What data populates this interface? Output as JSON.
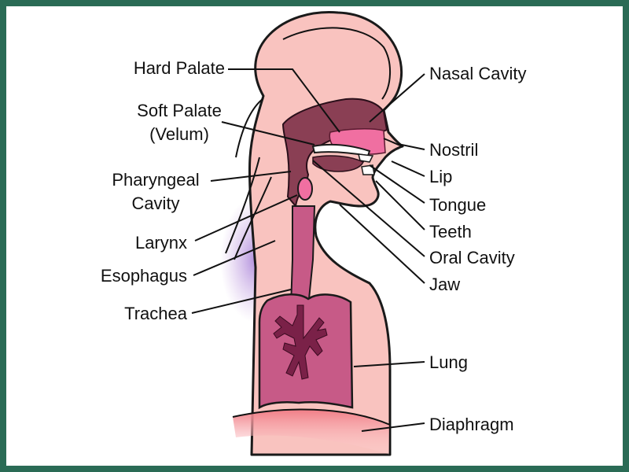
{
  "labels": {
    "hard_palate": "Hard Palate",
    "soft_palate_1": "Soft Palate",
    "soft_palate_2": "(Velum)",
    "pharyngeal_1": "Pharyngeal",
    "pharyngeal_2": "Cavity",
    "larynx": "Larynx",
    "esophagus": "Esophagus",
    "trachea": "Trachea",
    "nasal_cavity": "Nasal Cavity",
    "nostril": "Nostril",
    "lip": "Lip",
    "tongue": "Tongue",
    "teeth": "Teeth",
    "oral_cavity": "Oral Cavity",
    "jaw": "Jaw",
    "lung": "Lung",
    "diaphragm": "Diaphragm"
  },
  "colors": {
    "frame": "#2a6b55",
    "skin": "#f9c3bf",
    "cavity": "#8a3f54",
    "lung": "#c75a87",
    "lung_dark": "#7a2148",
    "nasal_pink": "#f06fa1",
    "shadow": "#b48ad9",
    "diaphragm": "#f2a0a0"
  }
}
